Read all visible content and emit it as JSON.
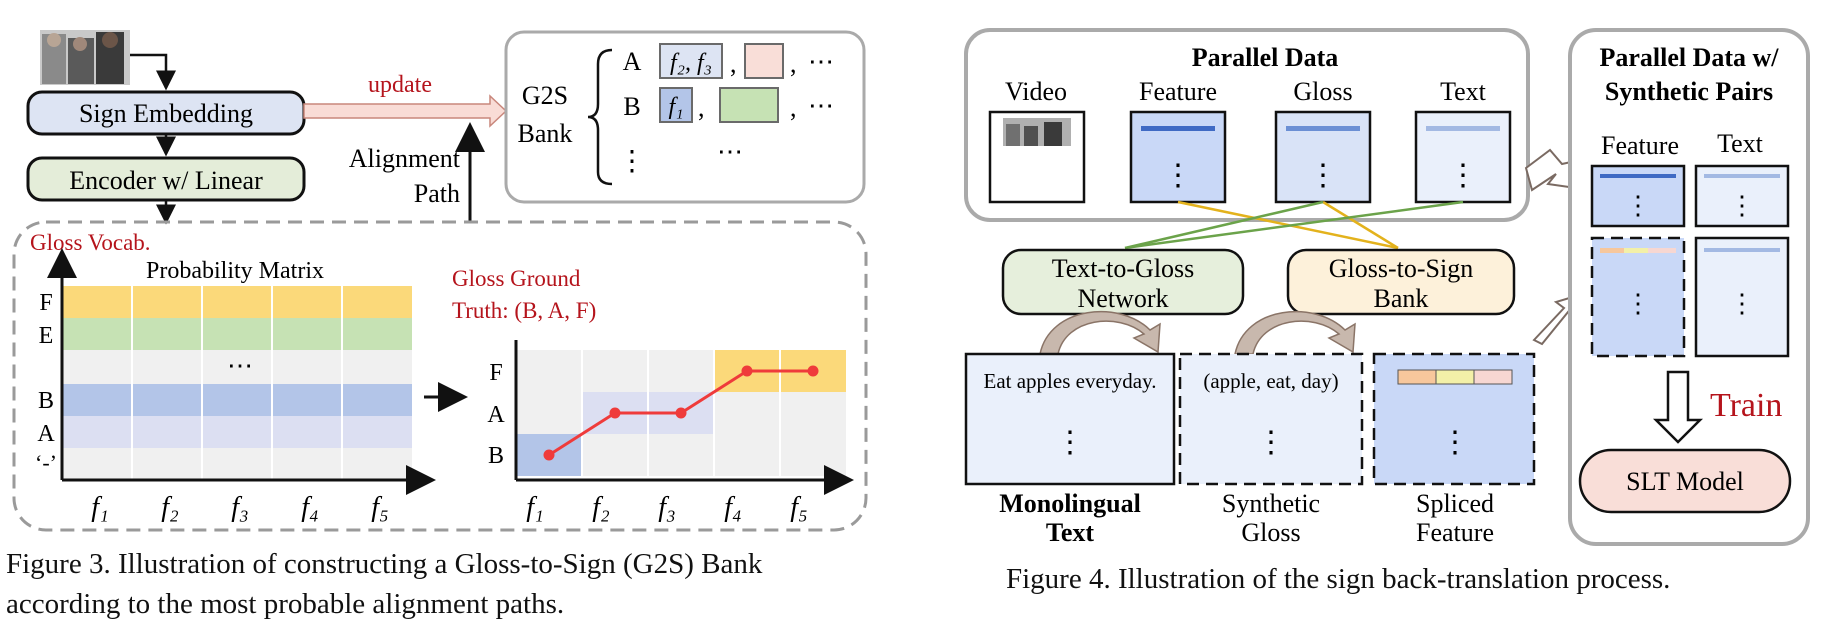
{
  "fig3": {
    "sign_embedding": "Sign Embedding",
    "encoder": "Encoder w/ Linear",
    "update": "update",
    "alignment_path": [
      "Alignment",
      "Path"
    ],
    "bank_title": [
      "G2S",
      "Bank"
    ],
    "bank_rows": [
      "A",
      "B"
    ],
    "ellipsis": "⋯",
    "vdots": "⋮",
    "comma": ",",
    "bank_a_feature": "f₂, f₃",
    "bank_b_feature": "f₁",
    "gloss_vocab": "Gloss Vocab.",
    "prob_matrix_title": "Probability Matrix",
    "matrix_rows": [
      "F",
      "E",
      "B",
      "A",
      "‘-’"
    ],
    "gt_title": [
      "Gloss Ground",
      "Truth: (B, A, F)"
    ],
    "path_rows": [
      "F",
      "A",
      "B"
    ],
    "frames": [
      "f₁",
      "f₂",
      "f₃",
      "f₄",
      "f₅"
    ],
    "caption": [
      "Figure 3. Illustration of constructing a Gloss-to-Sign (G2S) Bank",
      "according to the most probable alignment paths."
    ],
    "alignment_path_values": [
      "B",
      "A",
      "A",
      "F",
      "F"
    ]
  },
  "fig4": {
    "parallel_title": "Parallel Data",
    "columns": [
      "Video",
      "Feature",
      "Gloss",
      "Text"
    ],
    "right_title": [
      "Parallel Data w/",
      "Synthetic Pairs"
    ],
    "right_columns": [
      "Feature",
      "Text"
    ],
    "t2g": [
      "Text-to-Gloss",
      "Network"
    ],
    "g2s": [
      "Gloss-to-Sign",
      "Bank"
    ],
    "mono_example": "Eat apples everyday.",
    "gloss_example": "(apple, eat, day)",
    "mono_label": [
      "Monolingual",
      "Text"
    ],
    "synth_label": [
      "Synthetic",
      "Gloss"
    ],
    "spliced_label": [
      "Spliced",
      "Feature"
    ],
    "train": "Train",
    "slt_model": "SLT Model",
    "caption": "Figure 4. Illustration of the sign back-translation process."
  },
  "colors": {
    "row_F": "#fbd97a",
    "row_E": "#c6e2b4",
    "row_B": "#b3c5e8",
    "row_A": "#dcdff2",
    "grid_bg": "#f0f0f0",
    "feature_blue": "#c9d8f7",
    "text_blue": "#eaf0fb",
    "t2g_fill": "#e6efdc",
    "g2s_fill": "#fdf1da",
    "slt_fill": "#f9ded8",
    "red_text": "#b5141c",
    "path_red": "#ef3b3b",
    "arrow_pink": "#f9dcd6"
  }
}
